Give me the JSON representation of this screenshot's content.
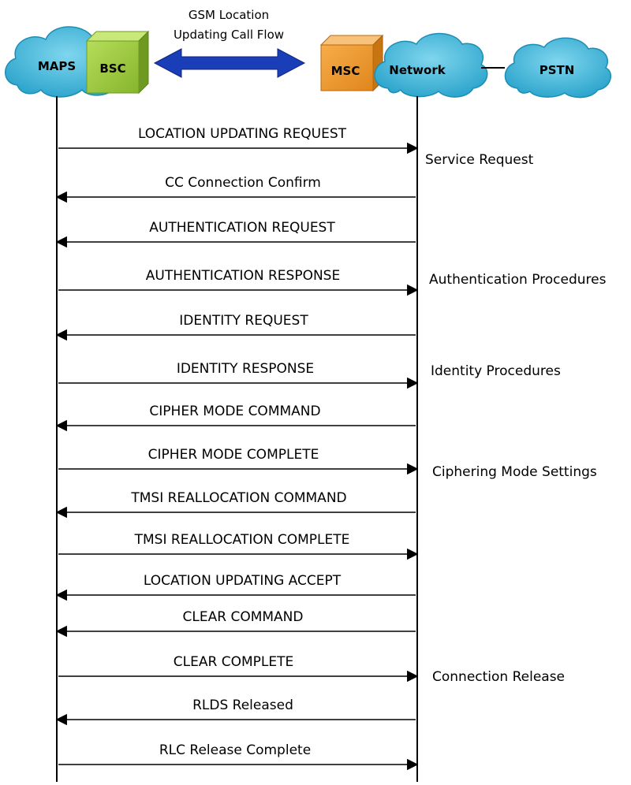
{
  "title": {
    "line1": "GSM Location",
    "line2": "Updating Call Flow"
  },
  "nodes": {
    "maps": "MAPS",
    "bsc": "BSC",
    "msc": "MSC",
    "network": "Network",
    "pstn": "PSTN"
  },
  "colors": {
    "cloud": "#3fb6d8",
    "bsc": "#9ccc3c",
    "msc": "#f39a2b",
    "link_arrow": "#1a3db8",
    "line": "#000000"
  },
  "messages": [
    {
      "label": "LOCATION UPDATING REQUEST",
      "direction": "right"
    },
    {
      "label": "CC Connection Confirm",
      "direction": "left"
    },
    {
      "label": "AUTHENTICATION REQUEST",
      "direction": "left"
    },
    {
      "label": "AUTHENTICATION RESPONSE",
      "direction": "right"
    },
    {
      "label": "IDENTITY REQUEST",
      "direction": "left"
    },
    {
      "label": "IDENTITY RESPONSE",
      "direction": "right"
    },
    {
      "label": "CIPHER MODE COMMAND",
      "direction": "left"
    },
    {
      "label": "CIPHER MODE COMPLETE",
      "direction": "right"
    },
    {
      "label": "TMSI REALLOCATION COMMAND",
      "direction": "left"
    },
    {
      "label": "TMSI REALLOCATION  COMPLETE",
      "direction": "right"
    },
    {
      "label": "LOCATION UPDATING ACCEPT",
      "direction": "left"
    },
    {
      "label": "CLEAR COMMAND",
      "direction": "left"
    },
    {
      "label": "CLEAR COMPLETE",
      "direction": "right"
    },
    {
      "label": "RLDS Released",
      "direction": "left"
    },
    {
      "label": "RLC Release Complete",
      "direction": "right"
    }
  ],
  "phases": [
    {
      "label": "Service Request"
    },
    {
      "label": "Authentication Procedures"
    },
    {
      "label": "Identity Procedures"
    },
    {
      "label": "Ciphering Mode Settings"
    },
    {
      "label": "Connection Release"
    }
  ]
}
